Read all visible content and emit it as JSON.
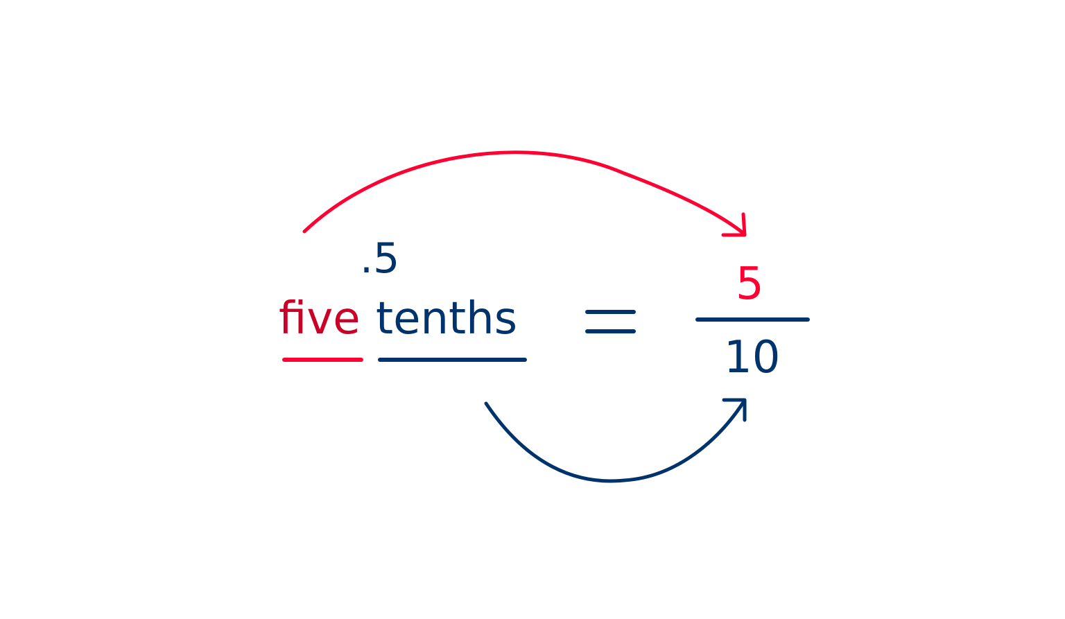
{
  "diagram": {
    "decimal": ".5",
    "word_numerator": "five",
    "word_denominator": "tenths",
    "equals": "=",
    "fraction": {
      "numerator": "5",
      "denominator": "10"
    }
  },
  "colors": {
    "red_accent": "#ff0033",
    "red_text": "#cc0026",
    "navy": "#00336b",
    "background": "#ffffff"
  }
}
